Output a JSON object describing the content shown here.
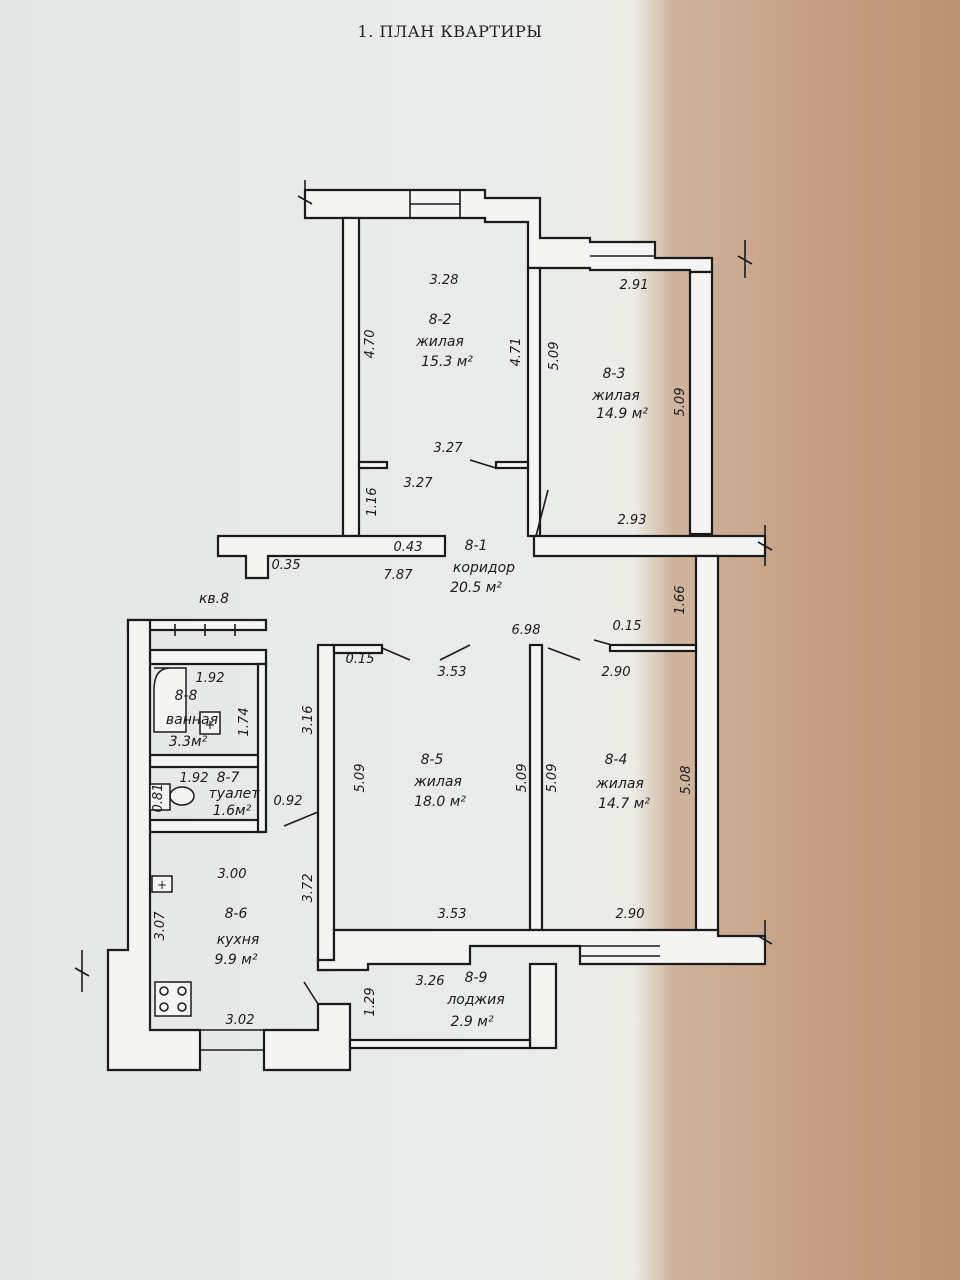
{
  "title": "1. ПЛАН КВАРТИРЫ",
  "apartment_label": "кв.8",
  "rooms": {
    "r2": {
      "id": "8-2",
      "name": "жилая",
      "area": "15.3 м²"
    },
    "r3": {
      "id": "8-3",
      "name": "жилая",
      "area": "14.9 м²"
    },
    "r1": {
      "id": "8-1",
      "name": "коридор",
      "area": "20.5 м²"
    },
    "r8": {
      "id": "8-8",
      "name": "ванная",
      "area": "3.3м²"
    },
    "r7": {
      "id": "8-7",
      "name": "туалет",
      "area": "1.6м²"
    },
    "r6": {
      "id": "8-6",
      "name": "кухня",
      "area": "9.9 м²"
    },
    "r5": {
      "id": "8-5",
      "name": "жилая",
      "area": "18.0 м²"
    },
    "r4": {
      "id": "8-4",
      "name": "жилая",
      "area": "14.7 м²"
    },
    "r9": {
      "id": "8-9",
      "name": "лоджия",
      "area": "2.9 м²"
    }
  },
  "dims": {
    "d328": "3.28",
    "d291": "2.91",
    "d470": "4.70",
    "d471": "4.71",
    "d509a": "5.09",
    "d509b": "5.09",
    "d327a": "3.27",
    "d327b": "3.27",
    "d116": "1.16",
    "d293": "2.93",
    "d043": "0.43",
    "d035": "0.35",
    "d787": "7.87",
    "d166": "1.66",
    "d698": "6.98",
    "d015a": "0.15",
    "d015b": "0.15",
    "d353a": "3.53",
    "d290a": "2.90",
    "d192a": "1.92",
    "d174": "1.74",
    "d316": "3.16",
    "d192b": "1.92",
    "d081": "0.81",
    "d092": "0.92",
    "d509c": "5.09",
    "d509d": "5.09",
    "d509e": "5.09",
    "d508": "5.08",
    "d300": "3.00",
    "d372": "3.72",
    "d307": "3.07",
    "d353b": "3.53",
    "d290b": "2.90",
    "d326": "3.26",
    "d129": "1.29",
    "d302": "3.02"
  },
  "colors": {
    "paper": "#e9ecea",
    "ink": "#1a1a1a",
    "shadow": "#c59f83"
  }
}
